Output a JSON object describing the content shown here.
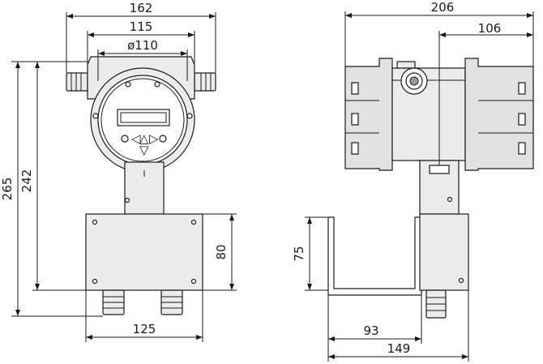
{
  "front_view": {
    "width_overall": "162",
    "width_housing": "115",
    "diameter_cover": "ø110",
    "height_overall": "265",
    "height_to_box": "242",
    "box_height": "80",
    "box_width": "125"
  },
  "side_view": {
    "depth_overall": "206",
    "depth_partial": "106",
    "bracket_height": "75",
    "bracket_depth": "93",
    "bracket_overall": "149"
  },
  "keypad_symbols": {
    "left": "◁",
    "up": "△",
    "right": "▷",
    "down": "▽"
  }
}
